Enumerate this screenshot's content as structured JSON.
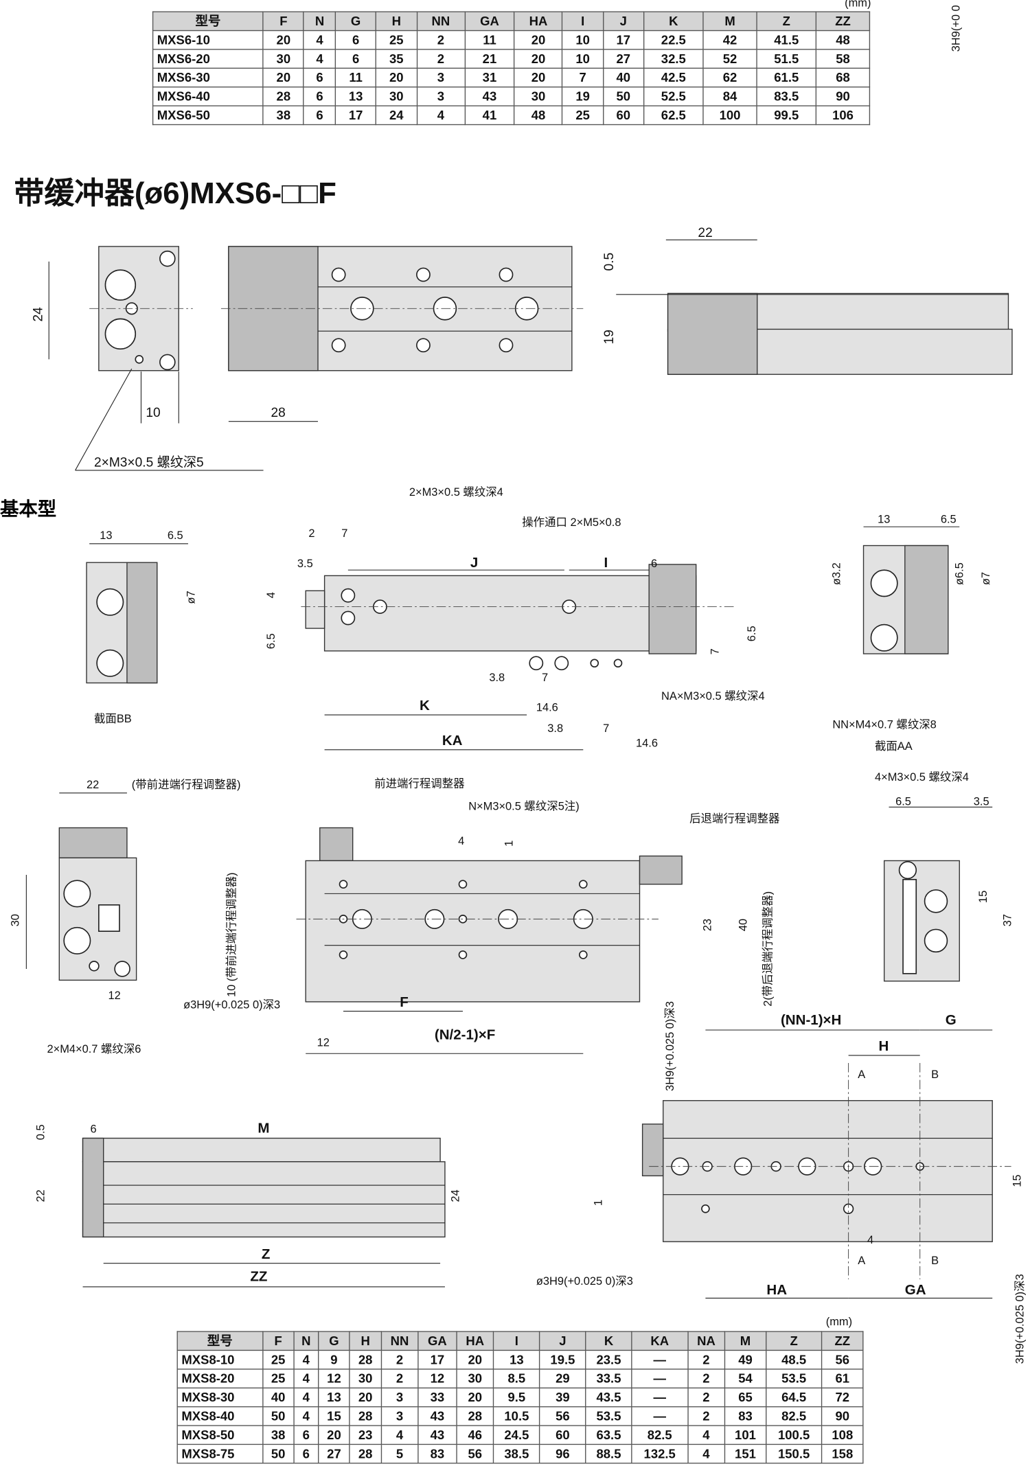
{
  "title": "带缓冲器(ø6)MXS6-□□F",
  "subtitle": "基本型",
  "table_mxs6": {
    "unit": "(mm)",
    "headers": [
      "型号",
      "F",
      "N",
      "G",
      "H",
      "NN",
      "GA",
      "HA",
      "I",
      "J",
      "K",
      "M",
      "Z",
      "ZZ"
    ],
    "rows": [
      [
        "MXS6-10",
        "20",
        "4",
        "6",
        "25",
        "2",
        "11",
        "20",
        "10",
        "17",
        "22.5",
        "42",
        "41.5",
        "48"
      ],
      [
        "MXS6-20",
        "30",
        "4",
        "6",
        "35",
        "2",
        "21",
        "20",
        "10",
        "27",
        "32.5",
        "52",
        "51.5",
        "58"
      ],
      [
        "MXS6-30",
        "20",
        "6",
        "11",
        "20",
        "3",
        "31",
        "20",
        "7",
        "40",
        "42.5",
        "62",
        "61.5",
        "68"
      ],
      [
        "MXS6-40",
        "28",
        "6",
        "13",
        "30",
        "3",
        "43",
        "30",
        "19",
        "50",
        "52.5",
        "84",
        "83.5",
        "90"
      ],
      [
        "MXS6-50",
        "38",
        "6",
        "17",
        "24",
        "4",
        "41",
        "48",
        "25",
        "60",
        "62.5",
        "100",
        "99.5",
        "106"
      ]
    ]
  },
  "table_mxs8": {
    "unit": "(mm)",
    "headers": [
      "型号",
      "F",
      "N",
      "G",
      "H",
      "NN",
      "GA",
      "HA",
      "I",
      "J",
      "K",
      "KA",
      "NA",
      "M",
      "Z",
      "ZZ"
    ],
    "rows": [
      [
        "MXS8-10",
        "25",
        "4",
        "9",
        "28",
        "2",
        "17",
        "20",
        "13",
        "19.5",
        "23.5",
        "—",
        "2",
        "49",
        "48.5",
        "56"
      ],
      [
        "MXS8-20",
        "25",
        "4",
        "12",
        "30",
        "2",
        "12",
        "30",
        "8.5",
        "29",
        "33.5",
        "—",
        "2",
        "54",
        "53.5",
        "61"
      ],
      [
        "MXS8-30",
        "40",
        "4",
        "13",
        "20",
        "3",
        "33",
        "20",
        "9.5",
        "39",
        "43.5",
        "—",
        "2",
        "65",
        "64.5",
        "72"
      ],
      [
        "MXS8-40",
        "50",
        "4",
        "15",
        "28",
        "3",
        "43",
        "28",
        "10.5",
        "56",
        "53.5",
        "—",
        "2",
        "83",
        "82.5",
        "90"
      ],
      [
        "MXS8-50",
        "38",
        "6",
        "20",
        "23",
        "4",
        "43",
        "46",
        "24.5",
        "60",
        "63.5",
        "82.5",
        "4",
        "101",
        "100.5",
        "108"
      ],
      [
        "MXS8-75",
        "50",
        "6",
        "27",
        "28",
        "5",
        "83",
        "56",
        "38.5",
        "96",
        "88.5",
        "132.5",
        "4",
        "151",
        "150.5",
        "158"
      ]
    ]
  },
  "labels": {
    "top_right_tol": "3H9(+0 0",
    "d24": "24",
    "d10": "10",
    "d28": "28",
    "m3_depth5": "2×M3×0.5 螺纹深5",
    "d22": "22",
    "d05": "0.5",
    "d19": "19",
    "bb13": "13",
    "bb65": "6.5",
    "bb_o7": "ø7",
    "section_bb": "截面BB",
    "m3_depth4": "2×M3×0.5 螺纹深4",
    "port": "操作通口 2×M5×0.8",
    "m2": "2",
    "m7": "7",
    "m35": "3.5",
    "mJ": "J",
    "mI": "I",
    "m6": "6",
    "m4": "4",
    "m65a": "6.5",
    "m65b": "6.5",
    "m7b": "7",
    "m38a": "3.8",
    "m7c": "7",
    "na_thread": "NA×M3×0.5 螺纹深4",
    "mK": "K",
    "m146a": "14.6",
    "m38b": "3.8",
    "m7d": "7",
    "mKA": "KA",
    "m146b": "14.6",
    "aa13": "13",
    "aa65": "6.5",
    "aa_o32": "ø3.2",
    "aa_o65": "ø6.5",
    "aa_o7": "ø7",
    "nn_thread": "NN×M4×0.7 螺纹深8",
    "section_aa": "截面AA",
    "l22": "22",
    "l_fwd_adj": "(带前进端行程调整器)",
    "l30": "30",
    "l12": "12",
    "m4_depth6": "2×M4×0.7 螺纹深6",
    "fwd_adjuster": "前进端行程调整器",
    "n_thread": "N×M3×0.5 螺纹深5注)",
    "back_adjuster": "后退端行程调整器",
    "c4": "4",
    "c1": "1",
    "c23": "23",
    "c40": "40",
    "c10": "10 (带前进端行程调整器)",
    "c2": "2(带后退端行程调整器)",
    "c_pin": "ø3H9(+0.025 0)深3",
    "cF": "F",
    "c12": "12",
    "cNF": "(N/2-1)×F",
    "c_3h9": "3H9(+0.025 0)深3",
    "r_nnh": "(NN-1)×H",
    "rG": "G",
    "rH": "H",
    "rA1": "A",
    "rB1": "B",
    "r15": "15",
    "r4": "4",
    "rA2": "A",
    "rB2": "B",
    "rHA": "HA",
    "rGA": "GA",
    "r_pin": "ø3H9(+0.025 0)深3",
    "r_3h9": "3H9(+0.025 0)深3",
    "r1": "1",
    "tr_thread": "4×M3×0.5 螺纹深4",
    "tr65": "6.5",
    "tr35": "3.5",
    "tr15": "15",
    "tr37": "37",
    "b05": "0.5",
    "b6": "6",
    "bM": "M",
    "b22": "22",
    "b24": "24",
    "bZ": "Z",
    "bZZ": "ZZ"
  }
}
